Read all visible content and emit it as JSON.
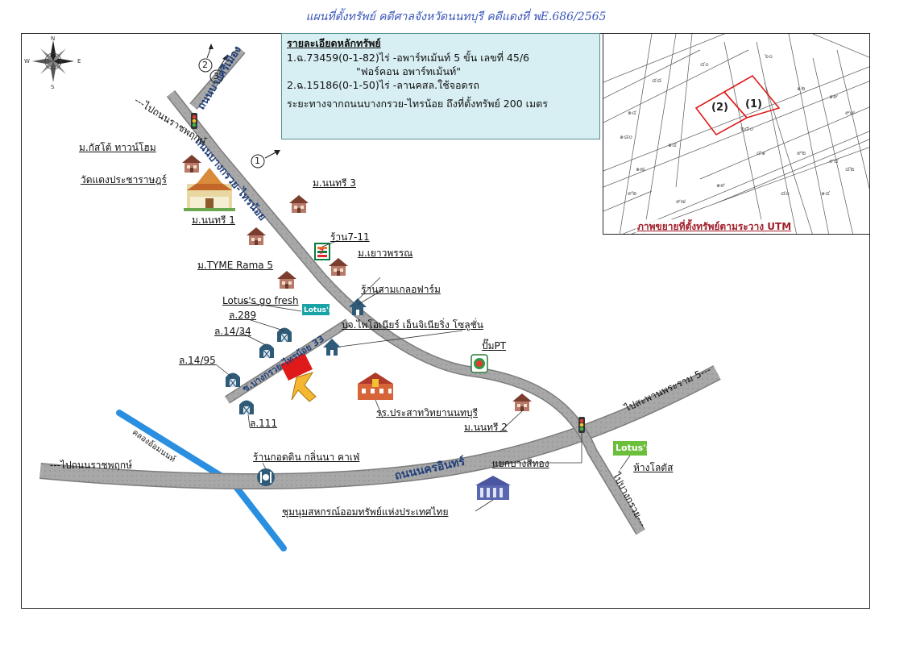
{
  "header": "แผนที่ตั้งทรัพย์ คดีศาลจังหวัดนนทบุรี คดีแดงที่ พE.686/2565",
  "details": {
    "title": "รายละเอียดหลักทรัพย์",
    "item1": "1.ฉ.73459(0-1-82)ไร่ -อพาร์ทเม้นท์ 5 ขั้น เลขที่ 45/6",
    "item1b": "\"ฟอร์คอน อพาร์ทเม้นท์\"",
    "item2": "2.ฉ.15186(0-1-50)ไร่ -ลานคสล.ใช้จอดรถ",
    "distance": "ระยะทางจากถนนบางกรวย-ไทรน้อย ถึงที่ตั้งทรัพย์ 200 เมตร"
  },
  "inset": {
    "caption": "ภาพขยายที่ตั้งทรัพย์ตามระวาง UTM",
    "plot1": "(1)",
    "plot2": "(2)"
  },
  "roads": {
    "sri_muang": "ถนนบางศรีเมือง",
    "bangkruai": "ถนนบางกรวย-ไทรน้อย",
    "soi33": "ซ.บางกรวย-ไทรน้อย 33",
    "nakhon_in": "ถนนนครอินทร์",
    "to_ratchaphruek_top": "---ไปถนนราชพฤกษ์",
    "to_ratchaphruek_bottom": "---ไปถนนราชพฤกษ์",
    "to_rama5": "ไปสะพานพระราม 5---",
    "to_bangkruai": "ไปบางกรวย---",
    "canal": "คลองอ้อมนนท์"
  },
  "routes": {
    "r1": "1",
    "r2": "2",
    "r3": "3"
  },
  "compass": {
    "n": "N",
    "s": "S",
    "e": "E",
    "w": "W"
  },
  "places": {
    "kasto": "ม.กัสโต้ ทาวน์โฮม",
    "wat_daeng": "วัดแดงประชาราษฎร์",
    "nonthree1": "ม.นนทรี 1",
    "nonthree3": "ม.นนทรี 3",
    "seven": "ร้าน7-11",
    "yaowaphan": "ม.เยาวพรรณ",
    "tyme": "ม.TYME Rama 5",
    "samkler": "ร้านสามเกลอฟาร์ม",
    "lotus_go": "Lotus's go fresh",
    "lotus_badge": "Lotus's",
    "l289": "ล.289",
    "l1434": "ล.14/34",
    "l1495": "ล.14/95",
    "l111": "ล.111",
    "pioneer": "บจ.ไพโอเนียร์ เอ็นจิเนียริ่ง โซลูชั่น",
    "pt": "ปั๊มPT",
    "school": "รร.ประสาทวิทยานนทบุรี",
    "nonthree2": "ม.นนทรี 2",
    "cafe": "ร้านกอดดิน กลิ่นนา คาเฟ่",
    "yaek": "แยกบางสีทอง",
    "lotus_mall": "ห้างโลตัส",
    "lotus_mall_badge": "Lotus's",
    "coop": "ชุมนุมสหกรณ์ออมทรัพย์แห่งประเทศไทย",
    "seven_badge": "7"
  },
  "colors": {
    "road": "#9a9a9a",
    "canal": "#2a8fe0",
    "property": "#e01a1a",
    "arrow": "#f5b731",
    "detail_bg": "#d7eef2",
    "road_label": "#203f7a",
    "house": "#9a5a4a",
    "icon_blue": "#2f5a78"
  }
}
